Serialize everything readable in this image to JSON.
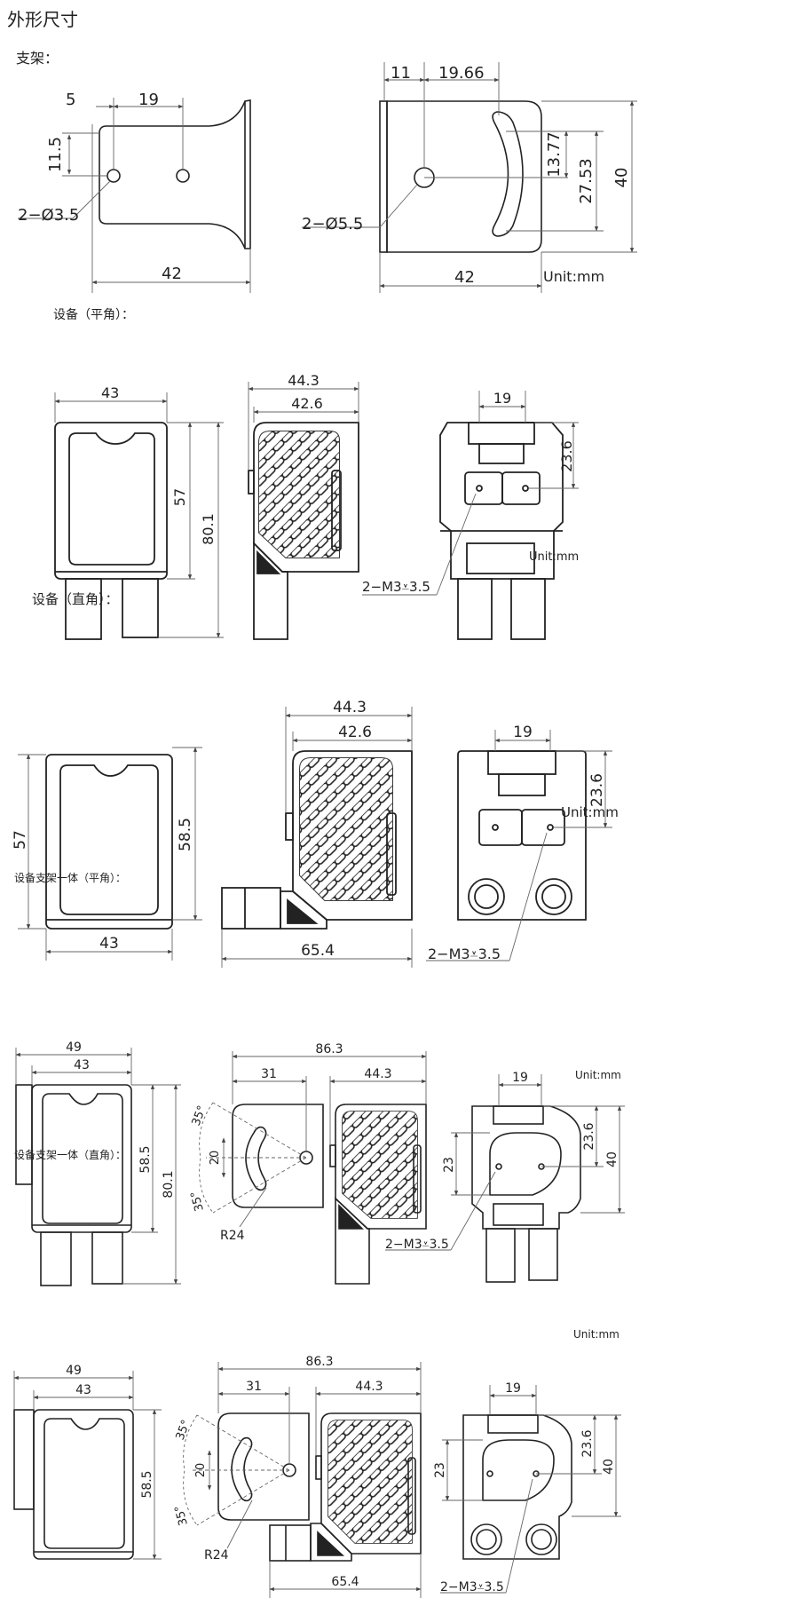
{
  "page": {
    "title": "外形尺寸"
  },
  "sections": {
    "bracket": {
      "title": "支架：",
      "unit": "Unit:mm",
      "dims": {
        "a": "5",
        "b": "19",
        "c": "11.5",
        "d": "2−Ø3.5",
        "e": "42",
        "f": "11",
        "g": "19.66",
        "h": "13.77",
        "i": "27.53",
        "j": "40",
        "k": "2−Ø5.5",
        "l": "42"
      }
    },
    "device_flat": {
      "title": "设备（平角）：",
      "unit": "Unit:mm",
      "dims": {
        "w43": "43",
        "h57": "57",
        "h801": "80.1",
        "d443": "44.3",
        "d426": "42.6",
        "w19": "19",
        "h236": "23.6",
        "m3": "2−M3⩡3.5"
      }
    },
    "device_right": {
      "title": "设备（直角）：",
      "unit": "Unit:mm",
      "dims": {
        "h57": "57",
        "h585": "58.5",
        "w43": "43",
        "d443": "44.3",
        "d426": "42.6",
        "d654": "65.4",
        "w19": "19",
        "h236": "23.6",
        "m3": "2−M3⩡3.5"
      }
    },
    "combo_flat": {
      "title": "设备支架一体（平角）：",
      "unit": "Unit:mm",
      "dims": {
        "w49": "49",
        "w43": "43",
        "h585": "58.5",
        "h801": "80.1",
        "d863": "86.3",
        "d31": "31",
        "d443": "44.3",
        "a35a": "35°",
        "a20": "20",
        "a35b": "35°",
        "r24": "R24",
        "w19": "19",
        "h23": "23",
        "h236": "23.6",
        "h40": "40",
        "m3": "2−M3⩡3.5"
      }
    },
    "combo_right": {
      "title": "设备支架一体（直角）：",
      "unit": "Unit:mm",
      "dims": {
        "w49": "49",
        "w43": "43",
        "h585": "58.5",
        "d863": "86.3",
        "d31": "31",
        "d443": "44.3",
        "d654": "65.4",
        "a35a": "35°",
        "a20": "20",
        "a35b": "35°",
        "r24": "R24",
        "w19": "19",
        "h23": "23",
        "h236": "23.6",
        "h40": "40",
        "m3": "2−M3⩡3.5"
      }
    }
  }
}
